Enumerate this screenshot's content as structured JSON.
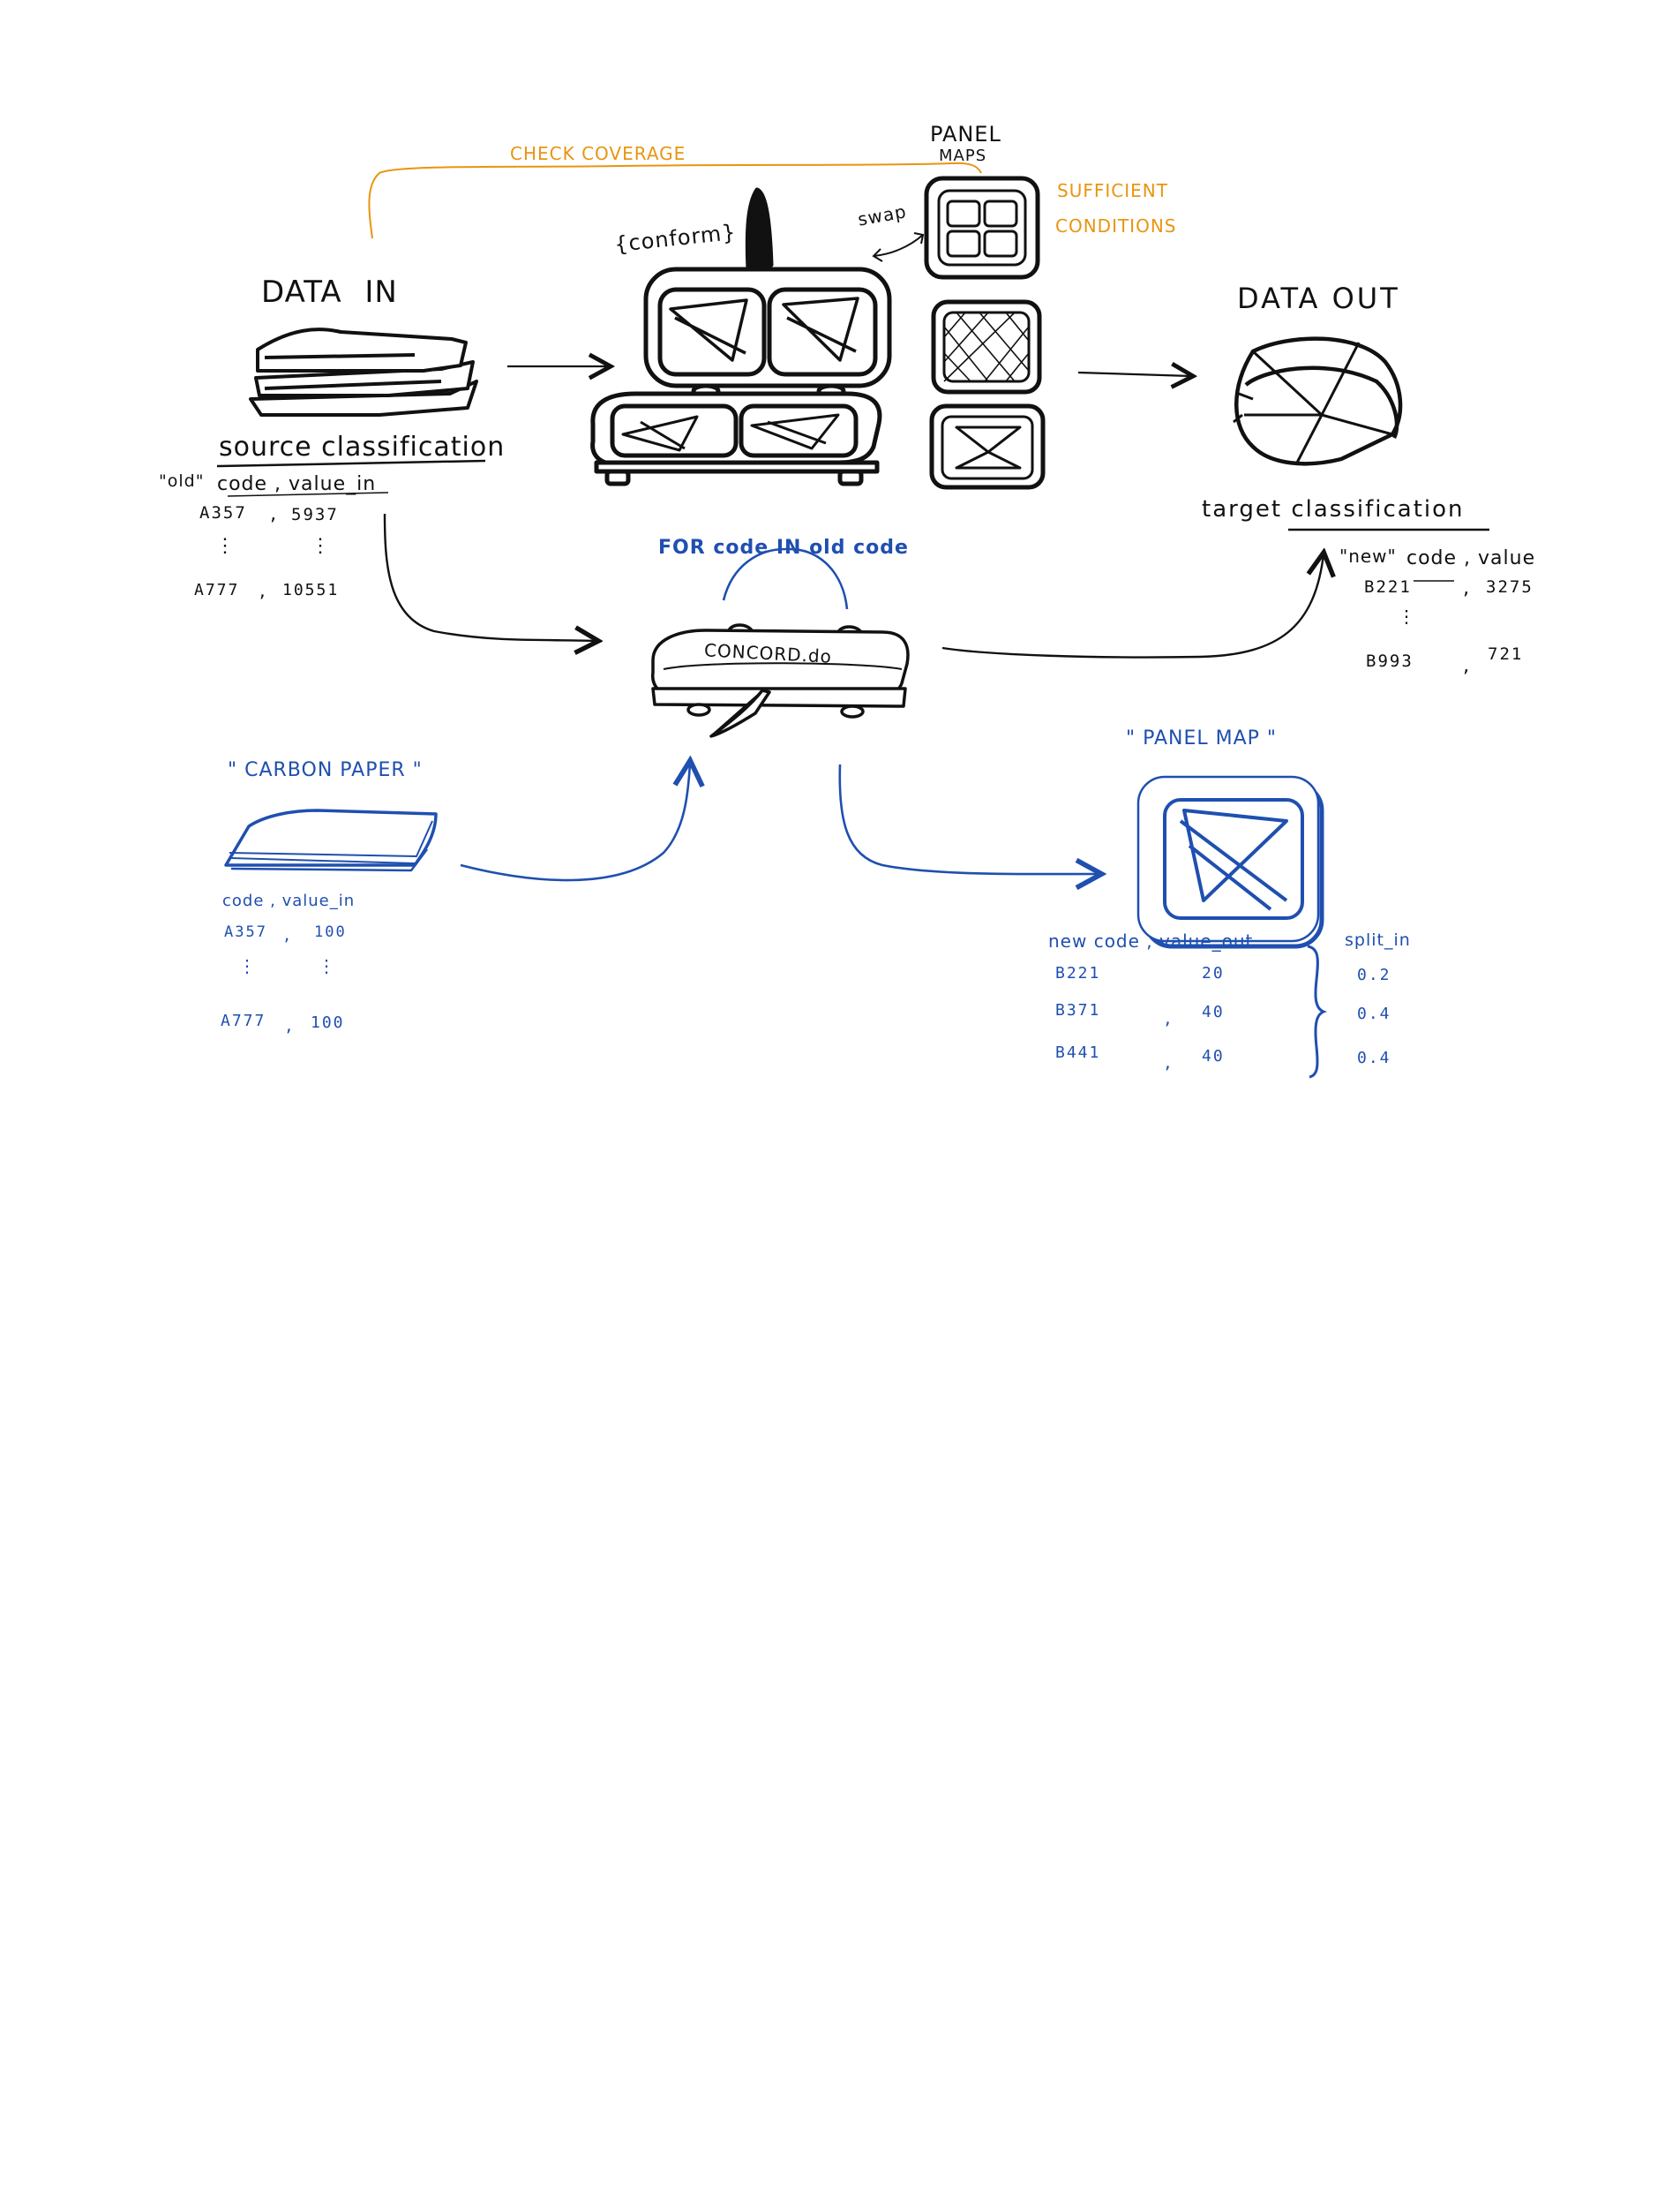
{
  "colors": {
    "ink": "#111111",
    "blue": "#1f4fb0",
    "orange": "#e8950f"
  },
  "header": {
    "check_coverage": "CHECK COVERAGE",
    "panel_maps_line1": "PANEL",
    "panel_maps_line2": "MAPS",
    "sufficient": "SUFFICIENT",
    "conditions": "CONDITIONS",
    "conform": "{conform}",
    "swap": "swap"
  },
  "data_in": {
    "title": "DATA IN",
    "caption": "source classification",
    "col_header_prefix": "\"old\"",
    "col_header": "code , value_in",
    "rows": [
      {
        "code": "A357",
        "sep": ",",
        "value": "5937"
      },
      {
        "code": "⋮",
        "sep": "",
        "value": "⋮"
      },
      {
        "code": "A777",
        "sep": ",",
        "value": "10551"
      }
    ]
  },
  "data_out": {
    "title": "DATA OUT",
    "caption": "target classification",
    "col_header_prefix": "\"new\"",
    "col_header": "code , value",
    "rows": [
      {
        "code": "B221",
        "sep": ",",
        "value": "3275"
      },
      {
        "code": "⋮",
        "sep": "",
        "value": ""
      },
      {
        "code": "B993",
        "sep": ",",
        "value": "721"
      }
    ]
  },
  "loop": {
    "for_label": "FOR code IN old code",
    "machine_label": "CONCORD.do"
  },
  "carbon": {
    "title": "\" CARBON PAPER \"",
    "col_header": "code , value_in",
    "rows": [
      {
        "code": "A357",
        "sep": ",",
        "value": "100"
      },
      {
        "code": "⋮",
        "sep": "",
        "value": "⋮"
      },
      {
        "code": "A777",
        "sep": ",",
        "value": "100"
      }
    ]
  },
  "panel_map": {
    "title": "\" PANEL MAP \"",
    "col_header": "new code , value_out",
    "split_header": "split_in",
    "rows": [
      {
        "code": "B221",
        "sep": "",
        "value": "20",
        "split": "0.2"
      },
      {
        "code": "B371",
        "sep": ",",
        "value": "40",
        "split": "0.4"
      },
      {
        "code": "B441",
        "sep": ",",
        "value": "40",
        "split": "0.4"
      }
    ]
  }
}
